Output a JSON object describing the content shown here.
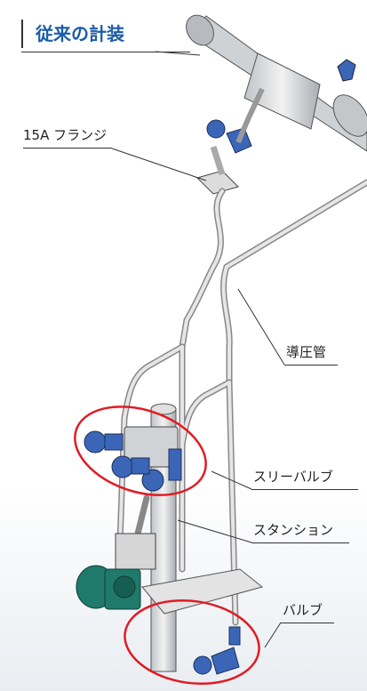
{
  "title": "従来の計装",
  "labels": {
    "flange": "15A フランジ",
    "impulse_pipe": "導圧管",
    "three_valve": "スリーバルブ",
    "stanchion": "スタンション",
    "valve": "バルブ"
  },
  "colors": {
    "title": "#1a5ca8",
    "valve": "#3b66b8",
    "transmitter": "#1f7a6b",
    "highlight": "#e01b24",
    "pipe": "#d9d9d9"
  }
}
